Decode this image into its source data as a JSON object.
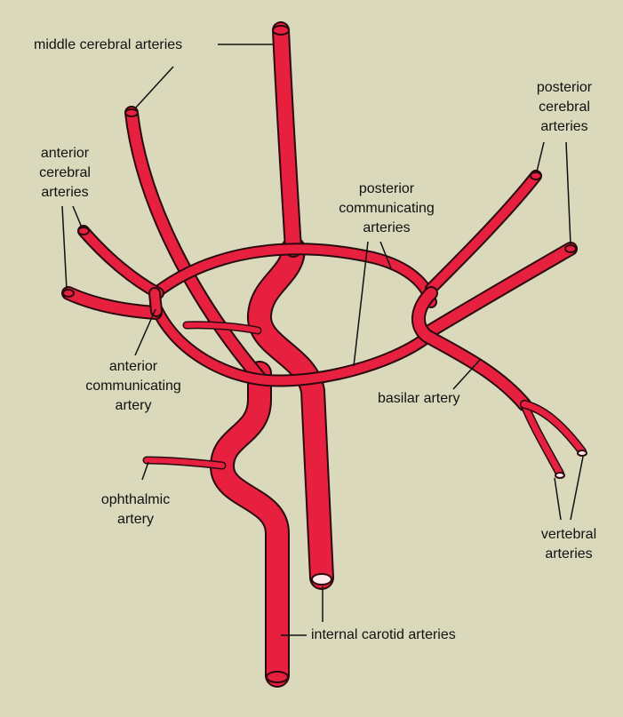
{
  "labels": {
    "middle_cerebral": "middle cerebral arteries",
    "anterior_cerebral": [
      "anterior",
      "cerebral",
      "arteries"
    ],
    "posterior_communicating": [
      "posterior",
      "communicating",
      "arteries"
    ],
    "posterior_cerebral": [
      "posterior",
      "cerebral",
      "arteries"
    ],
    "anterior_communicating": [
      "anterior",
      "communicating",
      "artery"
    ],
    "basilar": "basilar artery",
    "ophthalmic": [
      "ophthalmic",
      "artery"
    ],
    "vertebral": [
      "vertebral",
      "arteries"
    ],
    "internal_carotid": "internal carotid arteries"
  },
  "colors": {
    "background": "#dad9bb",
    "artery_fill": "#e8203f",
    "artery_outline": "#2a0a0e",
    "leader_line": "#111111"
  }
}
